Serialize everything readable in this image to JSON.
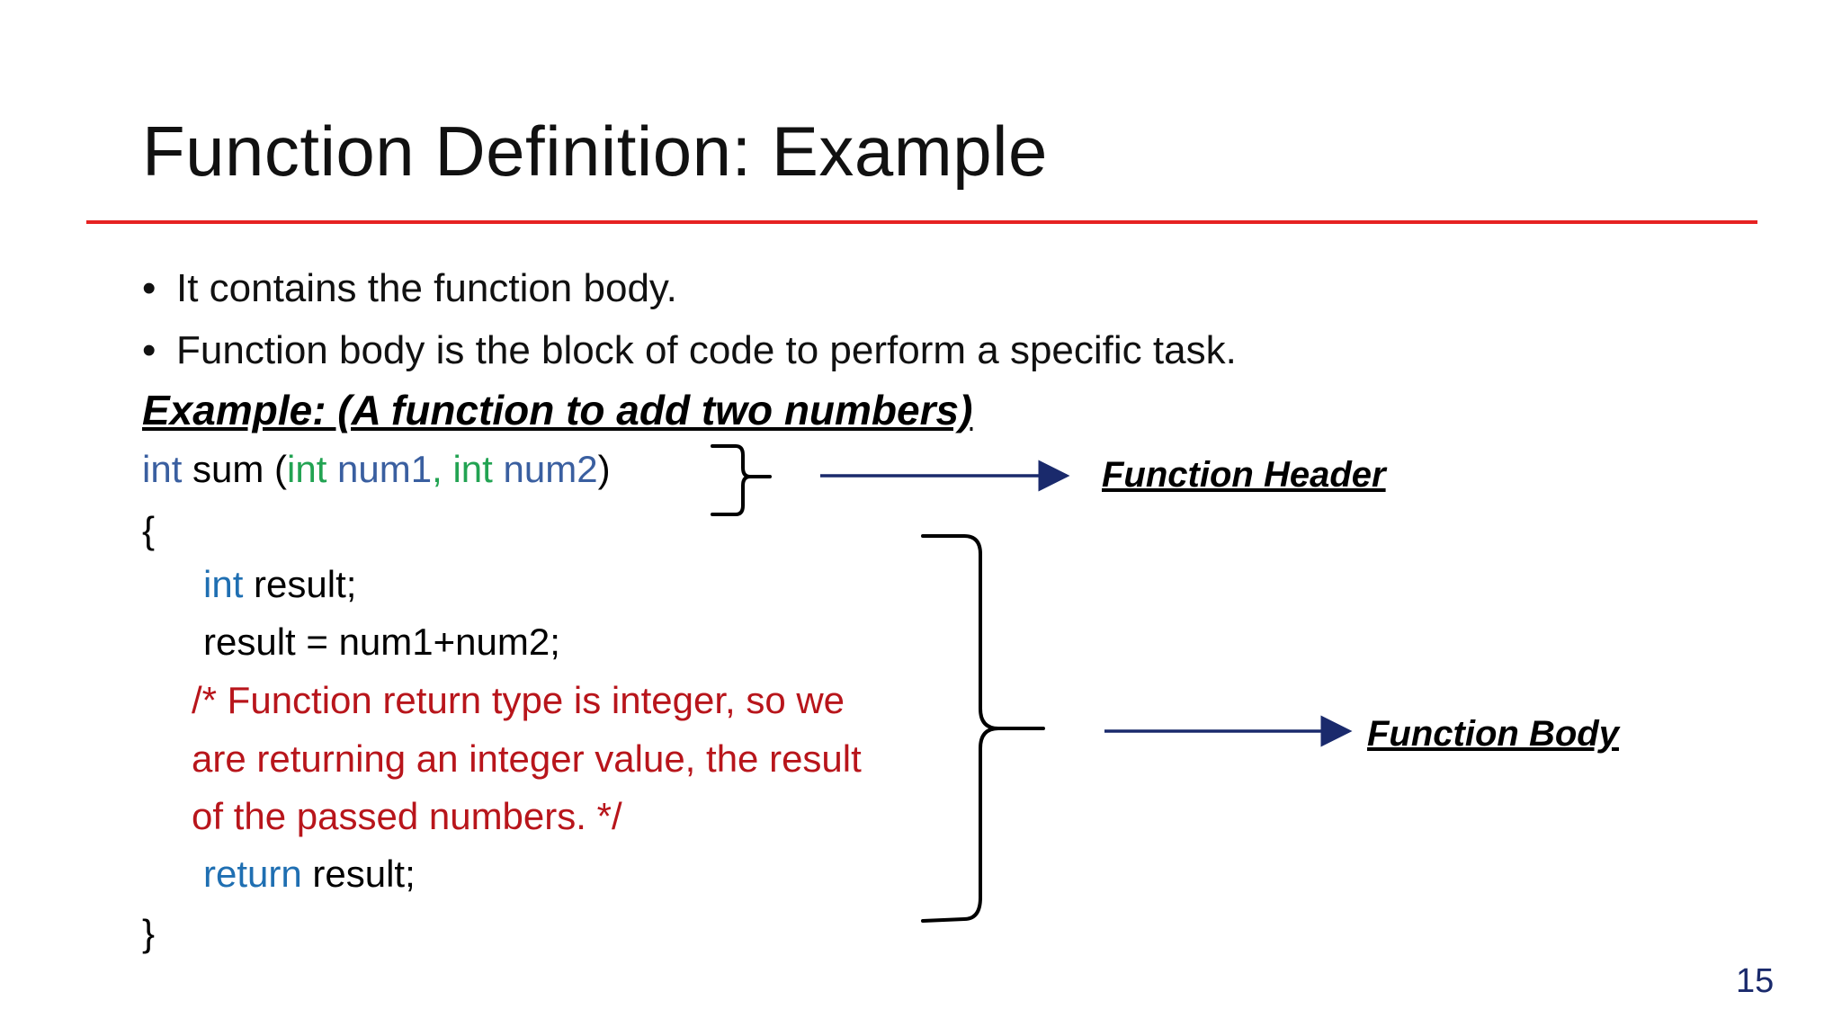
{
  "slide": {
    "title": "Function Definition: Example",
    "bullets": [
      "It contains the function body.",
      "Function body is the block of code to perform a specific task."
    ],
    "bullet_symbol": "•",
    "example_heading": "Example:  (A function to add two numbers)",
    "code": {
      "line1": {
        "kw_int": "int",
        "name": " sum (",
        "p1_type": "int",
        "p1_name": " num1",
        "comma": ", ",
        "p2_type": "int",
        "p2_name": " num2",
        "close": ")"
      },
      "open_brace": "{",
      "decl_kw": "int",
      "decl_rest": " result;",
      "assign": "result = num1+num2;",
      "comment_lines": [
        "/* Function return type is integer, so we",
        "are returning an integer value, the result",
        "of the passed numbers. */"
      ],
      "return_kw": "return",
      "return_rest": " result;",
      "close_brace": "}"
    },
    "labels": {
      "header": "Function Header",
      "body": "Function Body"
    },
    "page_number": "15",
    "colors": {
      "rule": "#e62222",
      "keyword": "#1f6fb2",
      "param_type": "#22a352",
      "param_name": "#3a5fa0",
      "comment": "#b8151b",
      "arrow": "#1a2a6c"
    }
  }
}
